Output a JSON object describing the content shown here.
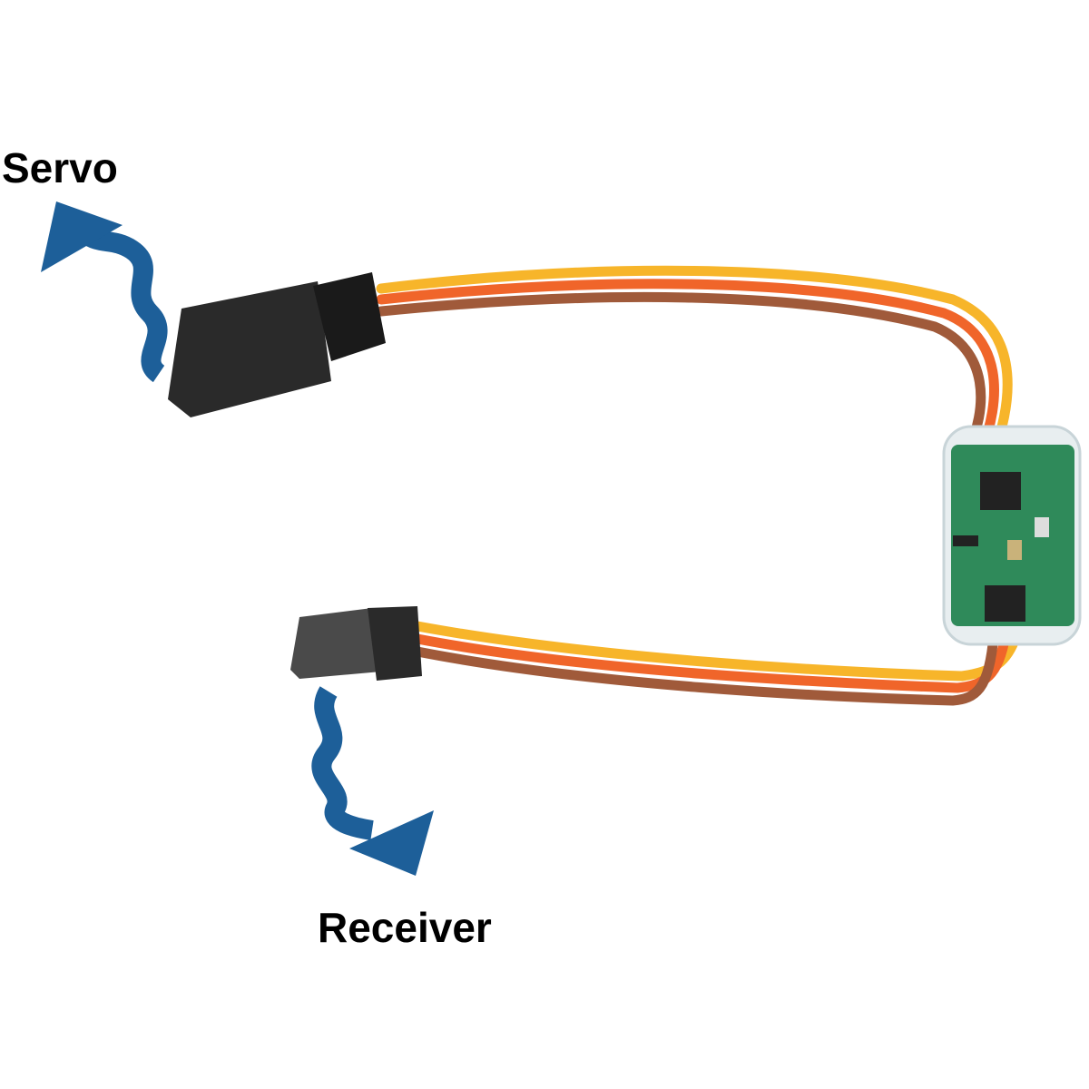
{
  "labels": {
    "servo": "Servo",
    "receiver": "Receiver"
  },
  "colors": {
    "arrow": "#1d5f99",
    "connector": "#222222",
    "wire_signal": "#f7b52a",
    "wire_power": "#f0652a",
    "wire_ground": "#a05a3a",
    "pcb": "#2f8a5a"
  },
  "icons": {
    "servo_arrow": "wavy-arrow-up-left",
    "receiver_arrow": "wavy-arrow-down-right"
  }
}
